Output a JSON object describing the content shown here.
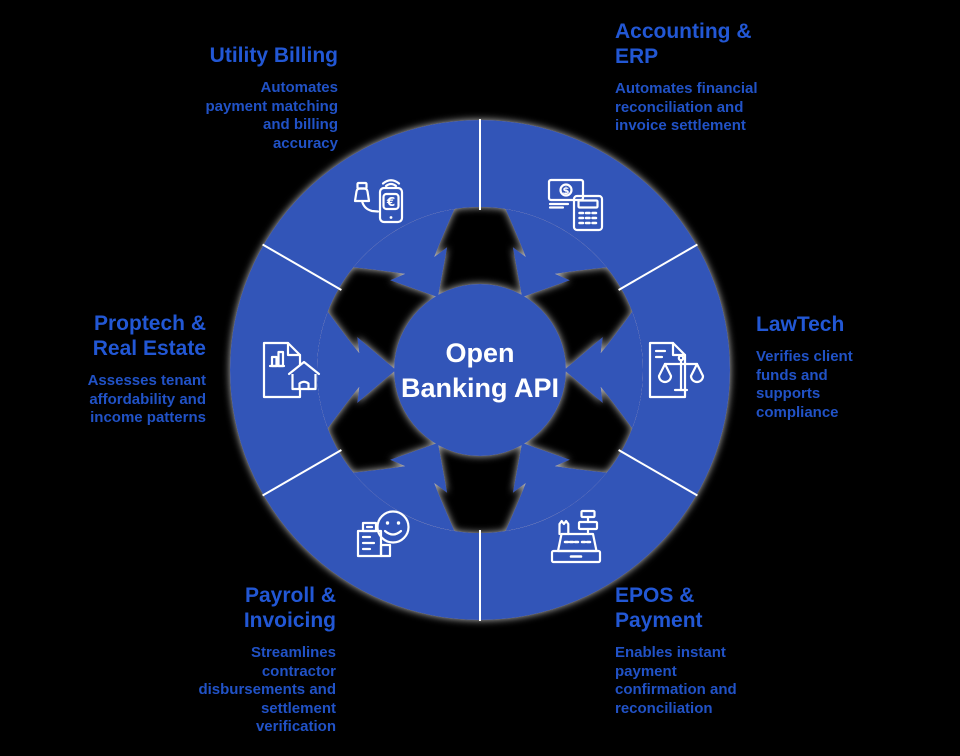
{
  "diagram_title": "Open Banking API ecosystem wheel",
  "center": {
    "line1": "Open",
    "line2": "Banking API"
  },
  "colors": {
    "background": "#000000",
    "wheel_blue": "#3355b8",
    "heading_blue": "#2257d4",
    "body_blue": "#2152c6",
    "icon_and_divider_white": "#ffffff"
  },
  "segments": [
    {
      "id": "utility-billing",
      "heading": "Utility Billing",
      "description": "Automates payment matching and billing accuracy",
      "icon": "mobile-euro-payment-icon",
      "position": "top-left"
    },
    {
      "id": "accounting-erp",
      "heading": "Accounting & ERP",
      "description": "Automates financial reconciliation and invoice settlement",
      "icon": "banknote-calculator-icon",
      "position": "top-right"
    },
    {
      "id": "lawtech",
      "heading": "LawTech",
      "description": "Verifies client funds and supports compliance",
      "icon": "legal-document-scales-icon",
      "position": "right"
    },
    {
      "id": "epos-payment",
      "heading": "EPOS & Payment",
      "description": "Enables instant payment confirmation and reconciliation",
      "icon": "cash-register-icon",
      "position": "bottom-right"
    },
    {
      "id": "payroll-invoicing",
      "heading": "Payroll & Invoicing",
      "description": "Streamlines contractor disbursements and settlement verification",
      "icon": "invoice-smiley-icon",
      "position": "bottom-left"
    },
    {
      "id": "proptech-real-estate",
      "heading": "Proptech & Real Estate",
      "description": "Assesses tenant affordability and income patterns",
      "icon": "property-chart-house-icon",
      "position": "left"
    }
  ]
}
